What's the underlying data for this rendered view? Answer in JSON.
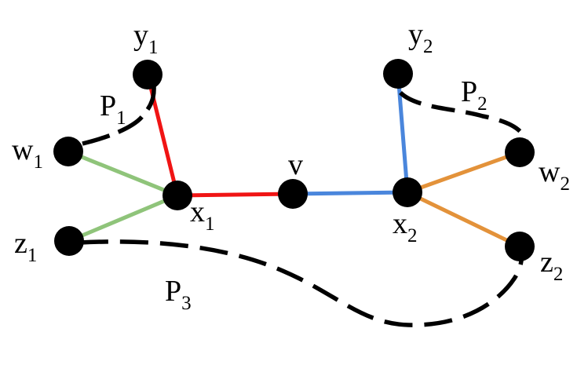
{
  "nodes": [
    {
      "id": "y1",
      "label": "y",
      "sub": "1"
    },
    {
      "id": "w1",
      "label": "w",
      "sub": "1"
    },
    {
      "id": "x1",
      "label": "x",
      "sub": "1"
    },
    {
      "id": "z1",
      "label": "z",
      "sub": "1"
    },
    {
      "id": "v",
      "label": "v",
      "sub": ""
    },
    {
      "id": "x2",
      "label": "x",
      "sub": "2"
    },
    {
      "id": "y2",
      "label": "y",
      "sub": "2"
    },
    {
      "id": "w2",
      "label": "w",
      "sub": "2"
    },
    {
      "id": "z2",
      "label": "z",
      "sub": "2"
    }
  ],
  "edges": [
    {
      "from": "y1",
      "to": "x1",
      "color": "#f01414"
    },
    {
      "from": "x1",
      "to": "v",
      "color": "#f01414"
    },
    {
      "from": "w1",
      "to": "x1",
      "color": "#8fc47a"
    },
    {
      "from": "z1",
      "to": "x1",
      "color": "#8fc47a"
    },
    {
      "from": "v",
      "to": "x2",
      "color": "#4a86dc"
    },
    {
      "from": "y2",
      "to": "x2",
      "color": "#4a86dc"
    },
    {
      "from": "x2",
      "to": "w2",
      "color": "#e3923a"
    },
    {
      "from": "x2",
      "to": "z2",
      "color": "#e3923a"
    }
  ],
  "paths": [
    {
      "id": "P1",
      "label": "P",
      "sub": "1",
      "from": "w1",
      "to": "y1"
    },
    {
      "id": "P2",
      "label": "P",
      "sub": "2",
      "from": "y2",
      "to": "w2"
    },
    {
      "id": "P3",
      "label": "P",
      "sub": "3",
      "from": "z1",
      "to": "z2"
    }
  ],
  "colors": {
    "node": "#000000",
    "dashed_path": "#000000"
  }
}
